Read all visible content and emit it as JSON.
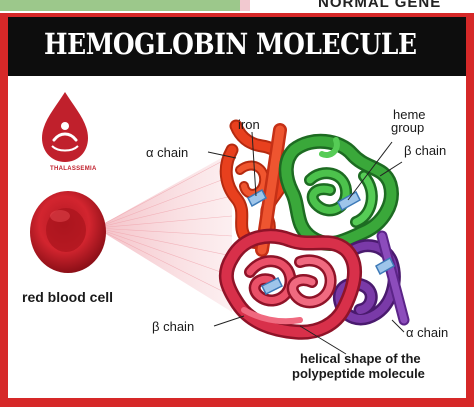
{
  "top_strip": {
    "text": "NORMAL GENE"
  },
  "header": {
    "title": "HEMOGLOBIN MOLECULE"
  },
  "logo": {
    "name": "THALASSEMIA"
  },
  "labels": {
    "red_blood_cell": "red blood cell",
    "alpha_chain_top": "α chain",
    "iron": "iron",
    "heme_group_line1": "heme",
    "heme_group_line2": "group",
    "beta_chain_top": "β chain",
    "beta_chain_bottom": "β chain",
    "alpha_chain_bottom": "α chain",
    "helical_line1": "helical shape of the",
    "helical_line2": "polypeptide molecule"
  },
  "colors": {
    "frame": "#d62828",
    "header_bg": "#0d0d0d",
    "alpha_chain": "#e8401e",
    "beta_chain_green": "#3aa83a",
    "beta_chain_red": "#d8304a",
    "alpha_chain_purple": "#7a3aa8",
    "heme": "#6fa8dc"
  }
}
